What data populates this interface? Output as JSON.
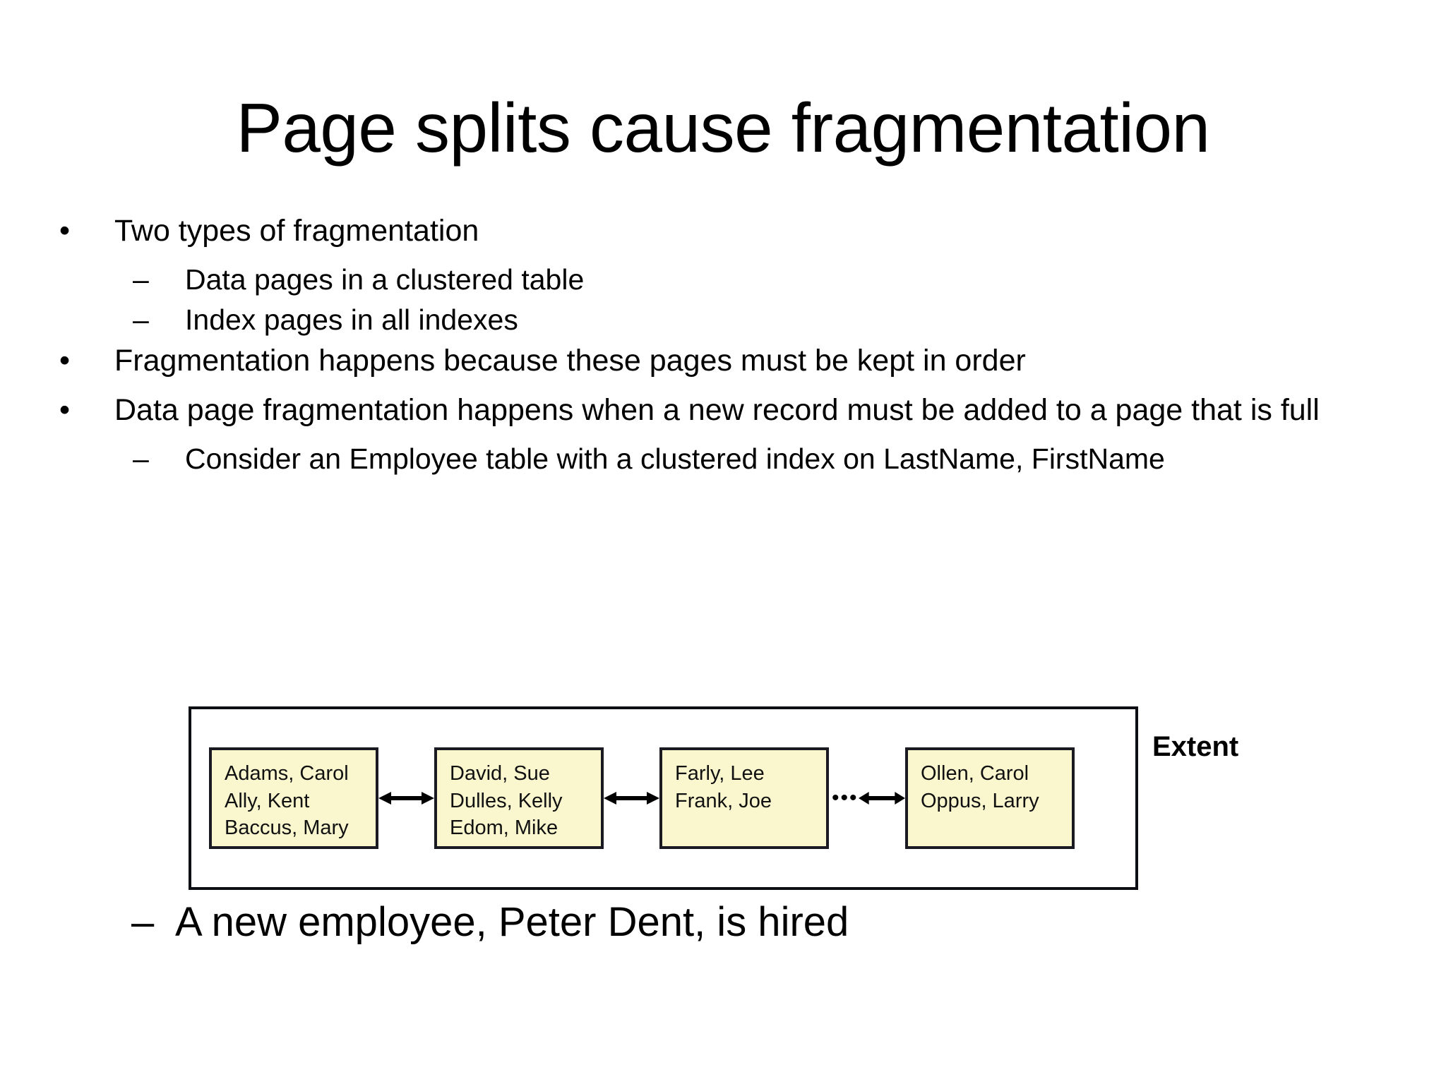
{
  "slide": {
    "title": "Page splits cause fragmentation",
    "background_color": "#FFFFFF",
    "text_color": "#000000"
  },
  "body": {
    "bullets": [
      {
        "level": 1,
        "marker": "•",
        "text": "Two types of fragmentation"
      },
      {
        "level": 2,
        "marker": "–",
        "text": "Data pages in a clustered table"
      },
      {
        "level": 2,
        "marker": "–",
        "text": "Index pages in all indexes"
      },
      {
        "level": 1,
        "marker": "•",
        "text": "Fragmentation happens because these pages must be kept in order"
      },
      {
        "level": 1,
        "marker": "•",
        "text": "Data page fragmentation happens when a new record must be added to a page that is full"
      },
      {
        "level": 2,
        "marker": "–",
        "text": "Consider an Employee table with a clustered index on LastName, FirstName"
      }
    ]
  },
  "diagram": {
    "extent_label": "Extent",
    "page_fill_color": "#FAF7CE",
    "page_border_color": "#1A1A22",
    "extent_border_color": "#0D0D14",
    "ellipsis": "•••",
    "pages": [
      {
        "name": "page-1",
        "records": [
          "Adams, Carol",
          "Ally, Kent",
          "Baccus, Mary"
        ]
      },
      {
        "name": "page-2",
        "records": [
          "David, Sue",
          "Dulles, Kelly",
          "Edom, Mike"
        ]
      },
      {
        "name": "page-3",
        "records": [
          "Farly, Lee",
          "Frank, Joe"
        ]
      },
      {
        "name": "page-4",
        "records": [
          "Ollen, Carol",
          "Oppus, Larry"
        ]
      }
    ]
  },
  "closing": {
    "marker": "–",
    "text": "A new employee, Peter Dent, is hired"
  }
}
